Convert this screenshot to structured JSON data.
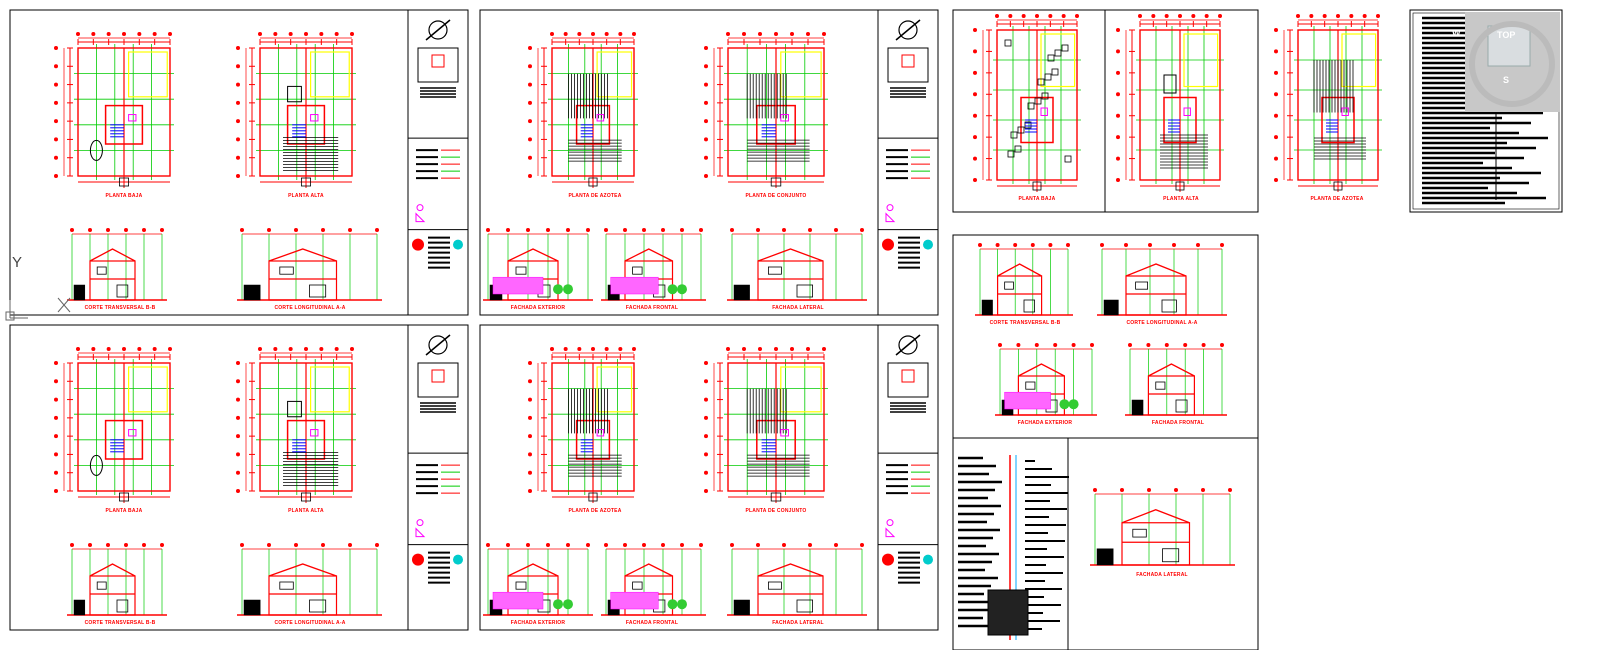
{
  "viewcube": {
    "top_label": "TOP",
    "west": "W",
    "south": "S"
  },
  "ucs": {
    "y_axis": "Y"
  },
  "colors": {
    "background": "#ffffff",
    "wall": "#ff0000",
    "axis": "#00cc00",
    "fill_yellow": "#ffff00",
    "magenta": "#ff00ff",
    "cyan": "#00ffff",
    "border": "#000000"
  },
  "sheets": [
    {
      "id": "sheet-1",
      "plans": [
        "PLANTA BAJA",
        "PLANTA ALTA"
      ],
      "sections": [
        "CORTE TRANSVERSAL  B-B",
        "CORTE LONGITUDINAL  A-A"
      ]
    },
    {
      "id": "sheet-2",
      "plans": [
        "PLANTA DE AZOTEA",
        "PLANTA DE CONJUNTO"
      ],
      "sections": [
        "FACHADA EXTERIOR",
        "FACHADA FRONTAL",
        "FACHADA LATERAL"
      ]
    },
    {
      "id": "sheet-3",
      "plans": [
        "PLANTA BAJA",
        "PLANTA ALTA"
      ],
      "sections": [
        "CORTE TRANSVERSAL  B-B",
        "CORTE LONGITUDINAL  A-A"
      ]
    },
    {
      "id": "sheet-4",
      "plans": [
        "PLANTA DE AZOTEA",
        "PLANTA DE CONJUNTO"
      ],
      "sections": [
        "FACHADA EXTERIOR",
        "FACHADA FRONTAL",
        "FACHADA LATERAL"
      ]
    },
    {
      "id": "sheet-5",
      "plans": [
        "PLANTA BAJA",
        "PLANTA ALTA",
        "PLANTA DE AZOTEA"
      ]
    },
    {
      "id": "sheet-6",
      "sections": [
        "CORTE TRANSVERSAL  B-B",
        "CORTE LONGITUDINAL  A-A",
        "FACHADA EXTERIOR",
        "FACHADA FRONTAL"
      ]
    },
    {
      "id": "sheet-7",
      "sections": [
        "FACHADA LATERAL"
      ]
    }
  ]
}
